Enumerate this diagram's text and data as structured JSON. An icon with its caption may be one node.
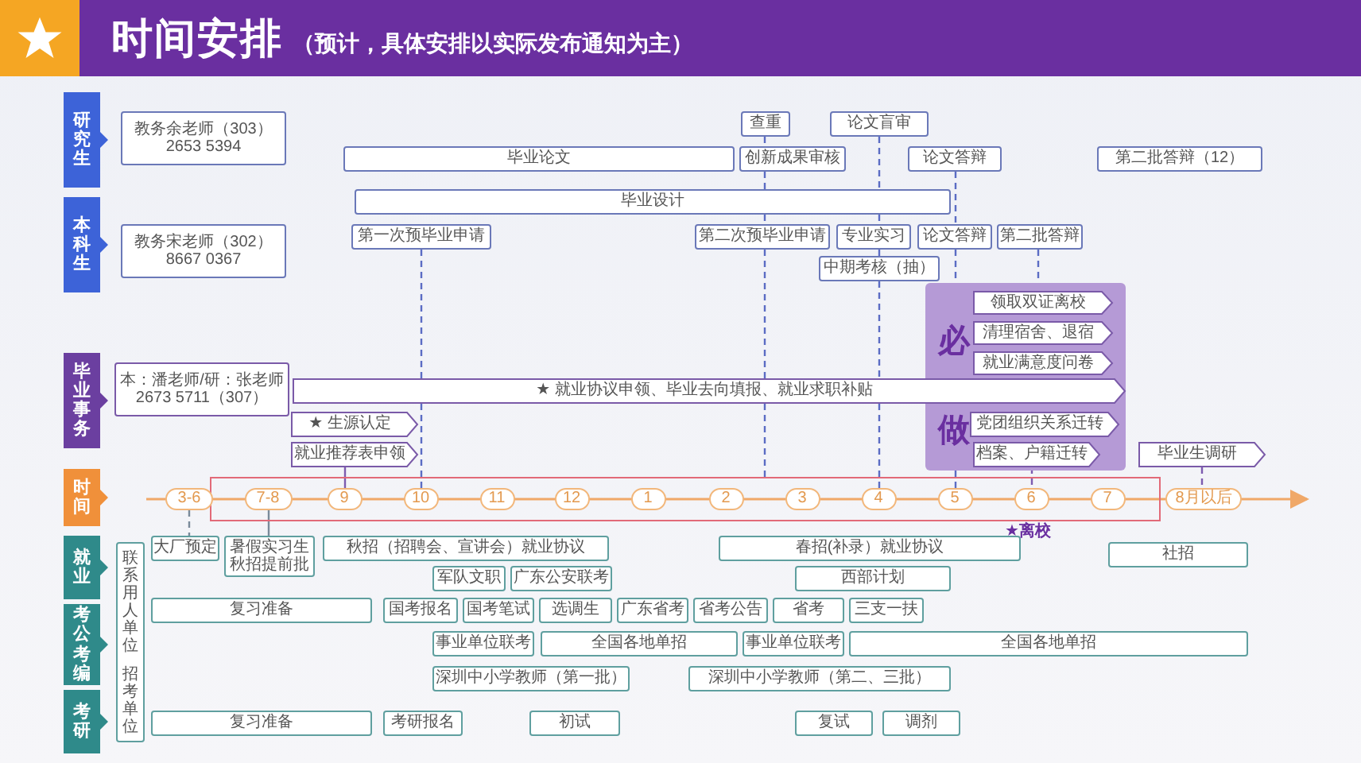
{
  "diagram": {
    "title": "时间安排",
    "nodes": [
      {
        "text": [
          "研究生"
        ]
      },
      {
        "text": [
          "教务余老师（303） 2653 5394"
        ]
      },
      {
        "text": [
          "查重"
        ]
      },
      {
        "text": [
          "论文盲审"
        ]
      },
      {
        "text": [
          "毕业论文"
        ]
      },
      {
        "text": [
          "创新成果审核"
        ]
      },
      {
        "text": [
          "论文答辩"
        ]
      },
      {
        "text": [
          "第二批答辩（12）"
        ]
      },
      {
        "text": [
          "本科生"
        ]
      },
      {
        "text": [
          "毕业设计"
        ]
      },
      {
        "text": [
          "教务宋老师（302） 8667 0367"
        ]
      },
      {
        "text": [
          "第一次预毕业申请"
        ]
      },
      {
        "text": [
          "第二次预毕业申请"
        ]
      },
      {
        "text": [
          "专业实习"
        ]
      },
      {
        "text": [
          "论文答辩"
        ]
      },
      {
        "text": [
          "第二批答辩"
        ]
      },
      {
        "text": [
          "中期考核（抽）"
        ]
      },
      {
        "text": [
          "必",
          "做"
        ]
      },
      {
        "text": [
          "领取双证离校"
        ],
        "in": 17
      },
      {
        "text": [
          "清理宿舍、退宿"
        ],
        "in": 17
      },
      {
        "text": [
          "就业满意度问卷"
        ],
        "in": 17
      },
      {
        "text": [
          "毕业事务"
        ]
      },
      {
        "text": [
          "本：潘老师/研：张老师 2673 5711（307）"
        ]
      },
      {
        "text": [
          "★ 就业协议申领、毕业去向填报、就业求职补贴"
        ]
      },
      {
        "text": [
          "党团组织关系迁转"
        ],
        "in": 17
      },
      {
        "text": [
          "★ 生源认定"
        ]
      },
      {
        "text": [
          "档案、户籍迁转"
        ],
        "in": 17
      },
      {
        "text": [
          "就业推荐表申领"
        ]
      },
      {
        "text": [
          "毕业生调研"
        ]
      },
      {
        "text": [
          "时间"
        ]
      },
      {
        "text": [],
        "shape": "box"
      },
      {
        "text": [
          "3-6"
        ]
      },
      {
        "text": [
          "7-8"
        ],
        "in": 30
      },
      {
        "text": [
          "9"
        ],
        "in": 30
      },
      {
        "text": [
          "10"
        ],
        "in": 30
      },
      {
        "text": [
          "11"
        ],
        "in": 30
      },
      {
        "text": [
          "12"
        ],
        "in": 30
      },
      {
        "text": [
          "1"
        ],
        "in": 30
      },
      {
        "text": [
          "2"
        ],
        "in": 30
      },
      {
        "text": [
          "3"
        ],
        "in": 30
      },
      {
        "text": [
          "4"
        ],
        "in": 30
      },
      {
        "text": [
          "5"
        ],
        "in": 30
      },
      {
        "text": [
          "6"
        ],
        "in": 30
      },
      {
        "text": [
          "7"
        ],
        "in": 30
      },
      {
        "text": [
          "8月以后"
        ]
      },
      {
        "text": [
          "就业"
        ]
      },
      {
        "text": [
          "联系用人单位",
          "招考单位"
        ]
      },
      {
        "text": [
          "大厂预定"
        ]
      },
      {
        "text": [
          "暑假实习生秋招提前批"
        ]
      },
      {
        "text": [
          "秋招（招聘会、宣讲会）就业协议"
        ]
      },
      {
        "text": [
          "春招(补录）就业协议"
        ]
      },
      {
        "text": [
          "社招"
        ]
      },
      {
        "text": [
          "军队文职"
        ]
      },
      {
        "text": [
          "广东公安联考"
        ]
      },
      {
        "text": [
          "西部计划"
        ]
      },
      {
        "text": [
          "考公考编"
        ]
      },
      {
        "text": [
          "复习准备"
        ]
      },
      {
        "text": [
          "国考报名"
        ]
      },
      {
        "text": [
          "国考笔试"
        ]
      },
      {
        "text": [
          "选调生"
        ]
      },
      {
        "text": [
          "广东省考"
        ]
      },
      {
        "text": [
          "省考公告"
        ]
      },
      {
        "text": [
          "省考"
        ]
      },
      {
        "text": [
          "三支一扶"
        ]
      },
      {
        "text": [
          "事业单位联考"
        ]
      },
      {
        "text": [
          "全国各地单招"
        ]
      },
      {
        "text": [
          "事业单位联考"
        ]
      },
      {
        "text": [
          "全国各地单招"
        ]
      },
      {
        "text": [
          "深圳中小学教师（第一批）"
        ]
      },
      {
        "text": [
          "深圳中小学教师（第二、三批）"
        ]
      },
      {
        "text": [
          "考研"
        ]
      },
      {
        "text": [
          "复习准备"
        ]
      },
      {
        "text": [
          "考研报名"
        ]
      },
      {
        "text": [
          "初试"
        ]
      },
      {
        "text": [
          "复试"
        ]
      },
      {
        "text": [
          "调剂"
        ]
      }
    ],
    "edges": [
      {
        "from": 2,
        "to": 5,
        "arrow": "none",
        "style": "dashed"
      },
      {
        "from": 5,
        "to": 9,
        "arrow": "none",
        "style": "dashed"
      },
      {
        "from": 9,
        "to": 12,
        "arrow": "none",
        "style": "dashed"
      },
      {
        "from": 12,
        "to": 23,
        "arrow": "none",
        "style": "dashed"
      },
      {
        "from": 23,
        "to": 30,
        "arrow": "none",
        "style": "dashed"
      },
      {
        "from": 3,
        "to": 9,
        "arrow": "none",
        "style": "dashed"
      },
      {
        "from": 9,
        "to": 13,
        "arrow": "none",
        "style": "dashed"
      },
      {
        "from": 13,
        "to": 16,
        "arrow": "none",
        "style": "dashed"
      },
      {
        "from": 16,
        "to": 23,
        "arrow": "none",
        "style": "dashed"
      },
      {
        "from": 23,
        "to": 40,
        "arrow": "none",
        "style": "dashed"
      },
      {
        "from": 6,
        "to": 14,
        "arrow": "none",
        "style": "dashed"
      },
      {
        "from": 14,
        "to": 17,
        "arrow": "none",
        "style": "dashed"
      },
      {
        "from": 17,
        "to": 41,
        "arrow": "none",
        "style": "dashed"
      },
      {
        "from": 15,
        "to": 17,
        "arrow": "none",
        "style": "dashed"
      },
      {
        "from": 26,
        "to": 42,
        "arrow": "none",
        "style": "dashed",
        "color": "#7d5bb0"
      },
      {
        "from": 28,
        "to": 44,
        "arrow": "none",
        "style": "dashed",
        "color": "#7d5bb0"
      },
      {
        "from": 27,
        "to": 33,
        "arrow": "none",
        "color": "#7d5bb0"
      },
      {
        "from": 11,
        "to": 23,
        "arrow": "none",
        "style": "dashed"
      },
      {
        "from": 23,
        "to": 34,
        "arrow": "none",
        "style": "dashed"
      },
      {
        "from": 31,
        "to": 47,
        "arrow": "none",
        "style": "dashed",
        "color": "#7a8a9a"
      },
      {
        "from": 32,
        "to": 48,
        "arrow": "none",
        "color": "#7a8a9a"
      }
    ],
    "labels": [
      "（预计，具体安排以实际发布通知为主）",
      "★离校"
    ]
  }
}
